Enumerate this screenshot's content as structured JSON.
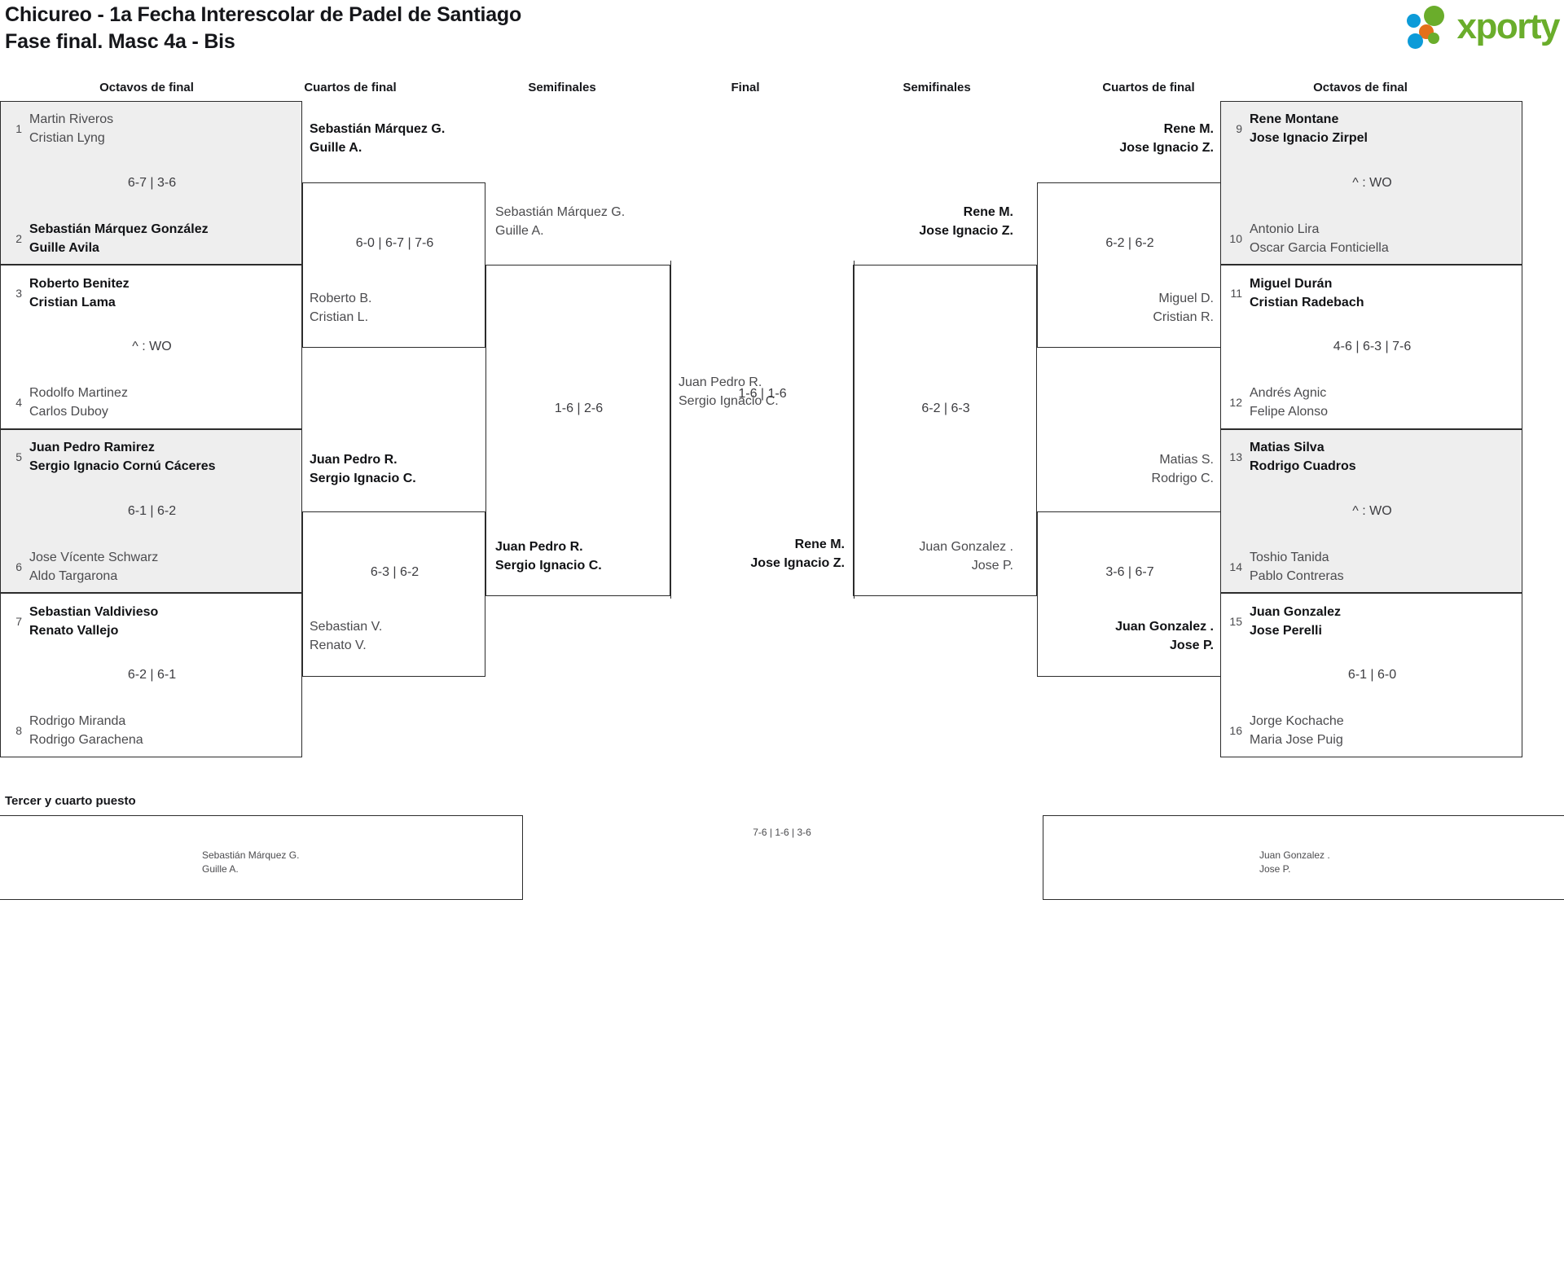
{
  "header": {
    "title_line1": "Chicureo - 1a Fecha Interescolar de Padel de Santiago",
    "title_line2": "Fase final. Masc 4a - Bis",
    "logo_text": "xporty",
    "logo_colors": {
      "green": "#6aad2b",
      "blue": "#0d9bd8",
      "orange": "#e3701a"
    }
  },
  "rounds": {
    "left_octavos": "Octavos de final",
    "left_cuartos": "Cuartos de final",
    "left_semis": "Semifinales",
    "final": "Final",
    "right_semis": "Semifinales",
    "right_cuartos": "Cuartos de final",
    "right_octavos": "Octavos de final"
  },
  "left_octavos": [
    {
      "seed": "1",
      "l1": "Martin Riveros",
      "l2": "Cristian Lyng",
      "winner": false
    },
    {
      "seed": "2",
      "l1": "Sebastián Márquez González",
      "l2": "Guille Avila",
      "winner": true
    },
    {
      "seed": "3",
      "l1": "Roberto Benitez",
      "l2": "Cristian Lama",
      "winner": true
    },
    {
      "seed": "4",
      "l1": "Rodolfo Martinez",
      "l2": "Carlos Duboy",
      "winner": false
    },
    {
      "seed": "5",
      "l1": "Juan Pedro Ramirez",
      "l2": "Sergio Ignacio Cornú Cáceres",
      "winner": true
    },
    {
      "seed": "6",
      "l1": "Jose Vícente Schwarz",
      "l2": "Aldo Targarona",
      "winner": false
    },
    {
      "seed": "7",
      "l1": "Sebastian Valdivieso",
      "l2": "Renato Vallejo",
      "winner": true
    },
    {
      "seed": "8",
      "l1": "Rodrigo Miranda",
      "l2": "Rodrigo Garachena",
      "winner": false
    }
  ],
  "left_octavos_scores": [
    "6-7 | 3-6",
    "^ : WO",
    "6-1 | 6-2",
    "6-2 | 6-1"
  ],
  "left_cuartos": [
    {
      "l1": "Sebastián Márquez G.",
      "l2": "Guille A.",
      "winner": true
    },
    {
      "l1": "Roberto B.",
      "l2": "Cristian L.",
      "winner": false
    },
    {
      "l1": "Juan Pedro R.",
      "l2": "Sergio Ignacio C.",
      "winner": true
    },
    {
      "l1": "Sebastian V.",
      "l2": "Renato V.",
      "winner": false
    }
  ],
  "left_cuartos_scores": [
    "6-0 | 6-7 | 7-6",
    "6-3 | 6-2"
  ],
  "left_semis": [
    {
      "l1": "Sebastián Márquez G.",
      "l2": "Guille A.",
      "winner": false
    },
    {
      "l1": "Juan Pedro R.",
      "l2": "Sergio Ignacio C.",
      "winner": true
    }
  ],
  "left_semis_score": "1-6 | 2-6",
  "final": {
    "left_team": {
      "l1": "Juan Pedro R.",
      "l2": "Sergio Ignacio C.",
      "winner": false
    },
    "right_team": {
      "l1": "Rene M.",
      "l2": "Jose Ignacio Z.",
      "winner": true
    },
    "score": "1-6 | 1-6"
  },
  "right_semis": [
    {
      "l1": "Rene M.",
      "l2": "Jose Ignacio Z.",
      "winner": true
    },
    {
      "l1": "Juan Gonzalez .",
      "l2": "Jose P.",
      "winner": false
    }
  ],
  "right_semis_score": "6-2 | 6-3",
  "right_cuartos": [
    {
      "l1": "Rene M.",
      "l2": "Jose Ignacio Z.",
      "winner": true
    },
    {
      "l1": "Miguel D.",
      "l2": "Cristian R.",
      "winner": false
    },
    {
      "l1": "Matias S.",
      "l2": "Rodrigo C.",
      "winner": false
    },
    {
      "l1": "Juan Gonzalez .",
      "l2": "Jose P.",
      "winner": true
    }
  ],
  "right_cuartos_scores": [
    "6-2 | 6-2",
    "3-6 | 6-7"
  ],
  "right_octavos": [
    {
      "seed": "9",
      "l1": "Rene Montane",
      "l2": "Jose Ignacio Zirpel",
      "winner": true
    },
    {
      "seed": "10",
      "l1": "Antonio Lira",
      "l2": "Oscar Garcia Fonticiella",
      "winner": false
    },
    {
      "seed": "11",
      "l1": "Miguel Durán",
      "l2": "Cristian Radebach",
      "winner": true
    },
    {
      "seed": "12",
      "l1": "Andrés Agnic",
      "l2": "Felipe Alonso",
      "winner": false
    },
    {
      "seed": "13",
      "l1": "Matias Silva",
      "l2": "Rodrigo Cuadros",
      "winner": true
    },
    {
      "seed": "14",
      "l1": "Toshio Tanida",
      "l2": "Pablo Contreras",
      "winner": false
    },
    {
      "seed": "15",
      "l1": "Juan Gonzalez",
      "l2": "Jose Perelli",
      "winner": true
    },
    {
      "seed": "16",
      "l1": "Jorge Kochache",
      "l2": "Maria Jose Puig",
      "winner": false
    }
  ],
  "right_octavos_scores": [
    "^ : WO",
    "4-6 | 6-3 | 7-6",
    "^ : WO",
    "6-1 | 6-0"
  ],
  "third_place": {
    "label": "Tercer y cuarto puesto",
    "left_team": {
      "l1": "Sebastián Márquez G.",
      "l2": "Guille A."
    },
    "right_team": {
      "l1": "Juan Gonzalez .",
      "l2": "Jose P."
    },
    "score": "7-6 | 1-6 | 3-6"
  }
}
